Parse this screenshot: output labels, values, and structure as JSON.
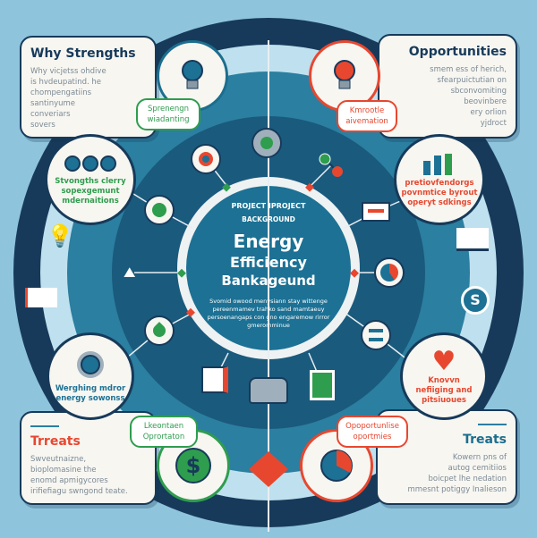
{
  "center": {
    "kicker1": "PROJECT IPROJECT",
    "kicker2": "BACKGROUND",
    "title1": "Energy",
    "title2": "Efficiency",
    "title3": "Bankageund",
    "body": "Svomid owood menysiann stay wittenge pereenmamev trahko sand mamtaeuy persoenangaps con gno engaremow rirror gmeromminue"
  },
  "strengths_box": {
    "title": "Why Strengths",
    "body": [
      "Why vicjetss ohdive",
      "is hvdeupatind. he",
      "chompengatiins",
      "santinyume",
      "converiars",
      "sovers"
    ]
  },
  "opportunities_box": {
    "title": "Opportunities",
    "body": [
      "smem ess of herich,",
      "sfearpuictutian on",
      "sbconvomiting",
      "beovinbere",
      "ery orlion",
      "yjdroct"
    ]
  },
  "threats_left": {
    "title": "Trreats",
    "body": [
      "Swveutnaizne,",
      "bioplomasine the",
      "enomd apmigycores",
      "irifiefiagu swngond teate."
    ]
  },
  "threats_right": {
    "title": "Treats",
    "body": [
      "Kowern pns of",
      "autog cemitiios",
      "boicpet lhe nedation",
      "mmesnt potiggy Inalieson"
    ]
  },
  "labels": {
    "strength_pill": "Sprenengn wiadanting",
    "strength_circle": "Stvongths clerry sopexgemunt mdernaitions",
    "opp_pill": "Kmrootle aivemation",
    "opp_circle": "pretiovfendorgs povnmtice byrout operyt sdkings",
    "weigh_circle": "Werghing mdror energy sowonss",
    "dollar_pill": "Lkeontaen Oprortaton",
    "heart_circle": "Knovvn nefiiging and pitsiuoues",
    "pie_pill": "Opoportunlise oportmies"
  },
  "colors": {
    "navy": "#173a5a",
    "teal": "#1c6e8e",
    "green": "#2f9d4e",
    "red": "#e8472f",
    "bg": "#8fc4dd"
  }
}
